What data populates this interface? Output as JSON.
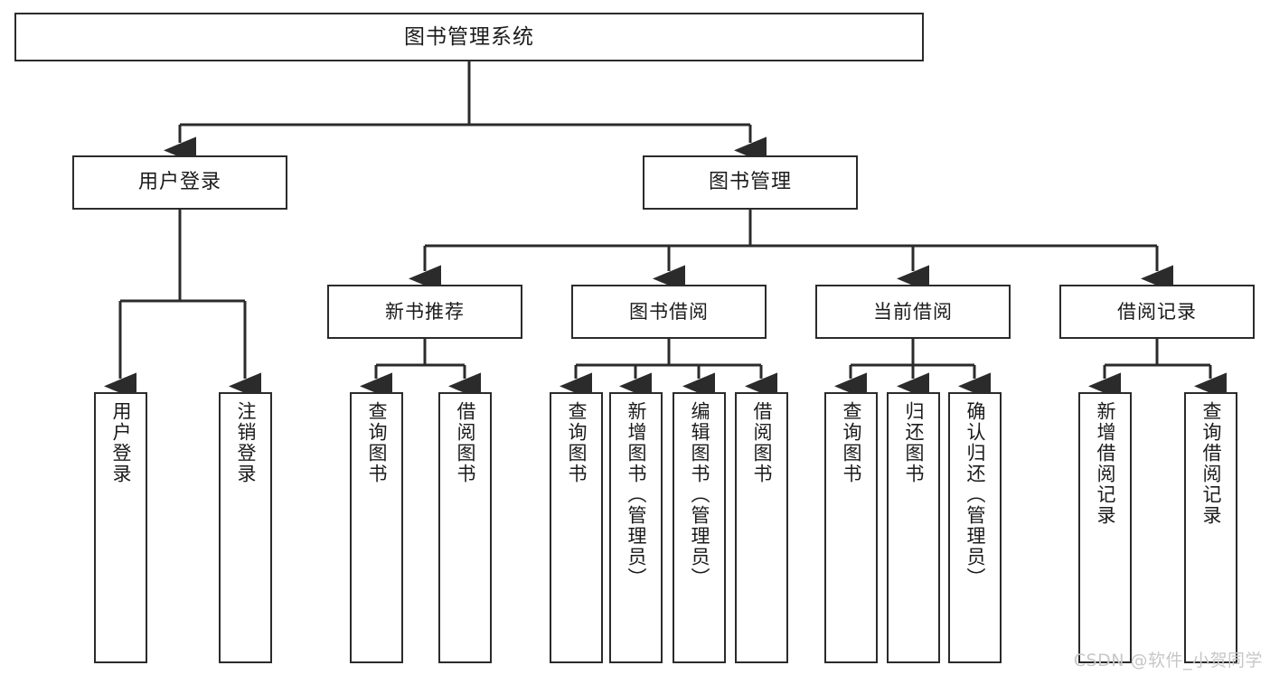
{
  "diagram": {
    "title": "图书管理系统",
    "watermark": "CSDN @软件_小贺同学",
    "root": {
      "label": "图书管理系统"
    },
    "level2": [
      {
        "label": "用户登录"
      },
      {
        "label": "图书管理"
      }
    ],
    "level3": [
      {
        "label": "新书推荐"
      },
      {
        "label": "图书借阅"
      },
      {
        "label": "当前借阅"
      },
      {
        "label": "借阅记录"
      }
    ],
    "leaves": {
      "user_login": [
        {
          "label": "用户登录"
        },
        {
          "label": "注销登录"
        }
      ],
      "new_book_recommend": [
        {
          "label": "查询图书"
        },
        {
          "label": "借阅图书"
        }
      ],
      "book_borrow": [
        {
          "label": "查询图书"
        },
        {
          "label": "新增图书（管理员）"
        },
        {
          "label": "编辑图书（管理员）"
        },
        {
          "label": "借阅图书"
        }
      ],
      "current_borrow": [
        {
          "label": "查询图书"
        },
        {
          "label": "归还图书"
        },
        {
          "label": "确认归还（管理员）"
        }
      ],
      "borrow_record": [
        {
          "label": "新增借阅记录"
        },
        {
          "label": "查询借阅记录"
        }
      ]
    },
    "colors": {
      "stroke": "#2b2b2b",
      "fill": "#ffffff",
      "text": "#1b1b1b",
      "watermark": "#c7c7c7"
    }
  }
}
